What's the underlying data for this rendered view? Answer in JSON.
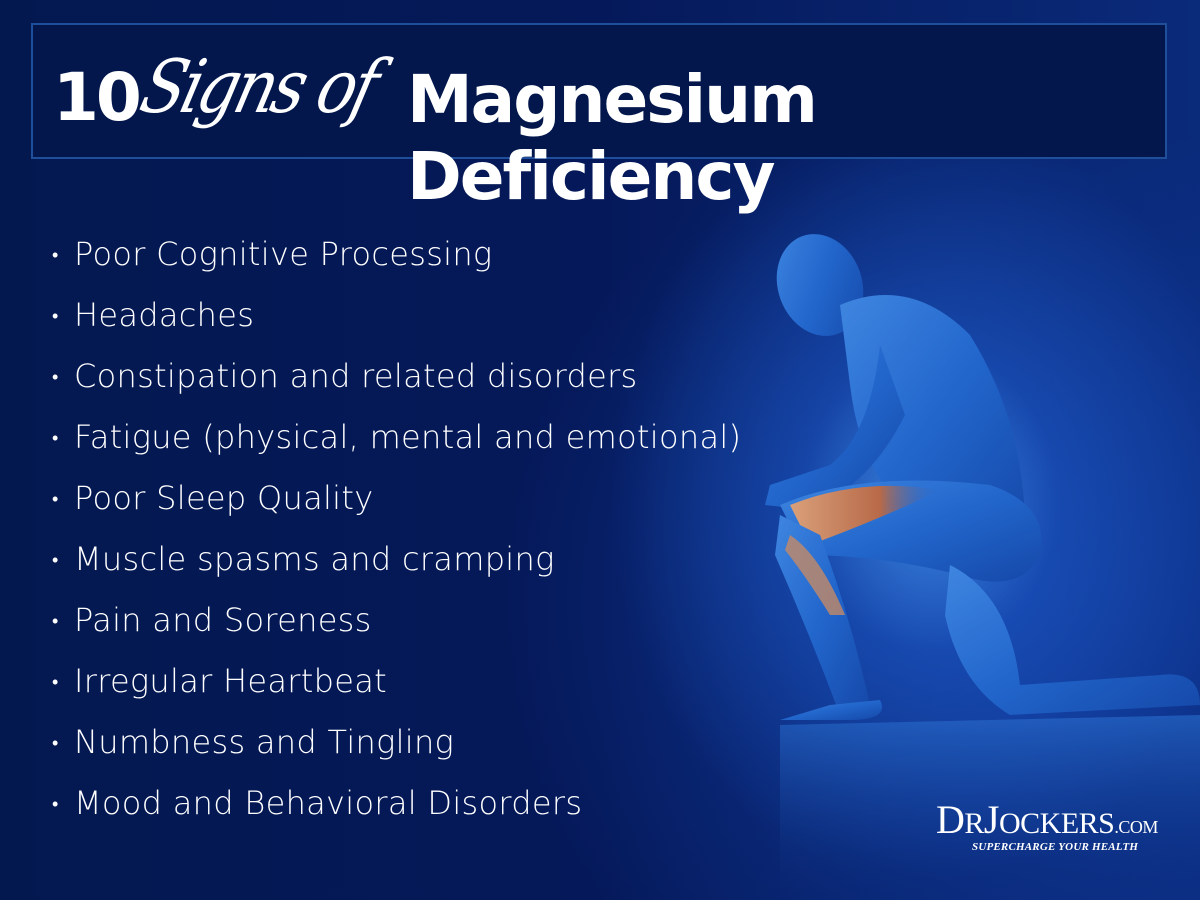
{
  "title": {
    "number": "10",
    "script": "Signs of",
    "main": "Magnesium Deficiency"
  },
  "signs": [
    "Poor Cognitive Processing",
    "Headaches",
    "Constipation and related disorders",
    "Fatigue (physical, mental and emotional)",
    "Poor Sleep Quality",
    "Muscle spasms and cramping",
    "Pain and Soreness",
    "Irregular Heartbeat",
    "Numbness and Tingling",
    "Mood and Behavioral Disorders"
  ],
  "bullet": "•",
  "logo": {
    "d": "D",
    "r": "R",
    "j": "J",
    "ockers": "OCKERS",
    "com": ".COM",
    "tagline": "SUPERCHARGE YOUR HEALTH"
  },
  "illustration": {
    "subject": "kneeling-anatomical-man-with-highlighted-knee-muscles-icon"
  },
  "colors": {
    "background": "#04184d",
    "title_border": "#1f4f9a",
    "text": "#ffffff",
    "figure_blue": "#1e63c8",
    "muscle_highlight": "#c07850"
  }
}
